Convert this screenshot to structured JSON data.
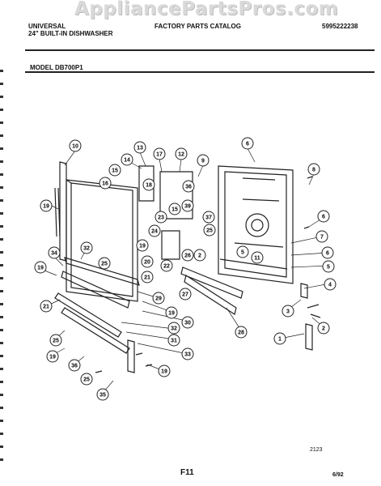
{
  "watermark": "AppliancePartsPros.com",
  "header": {
    "brand": "UNIVERSAL",
    "product": "24\" BUILT-IN DISHWASHER",
    "catalog": "FACTORY PARTS CATALOG",
    "catalog_number": "5995222238",
    "model": "MODEL DB700P1"
  },
  "callouts": [
    "10",
    "13",
    "17",
    "12",
    "9",
    "6",
    "8",
    "14",
    "15",
    "16",
    "18",
    "36",
    "39",
    "37",
    "15",
    "23",
    "24",
    "25",
    "6",
    "19",
    "19",
    "32",
    "26",
    "22",
    "20",
    "2",
    "5",
    "11",
    "7",
    "6",
    "34",
    "25",
    "5",
    "21",
    "27",
    "19",
    "29",
    "4",
    "21",
    "19",
    "30",
    "3",
    "2",
    "25",
    "32",
    "28",
    "31",
    "1",
    "19",
    "36",
    "33",
    "19",
    "25",
    "35"
  ],
  "footer": {
    "drawing_number": "2123",
    "page_code": "F11",
    "date": "6/92"
  }
}
